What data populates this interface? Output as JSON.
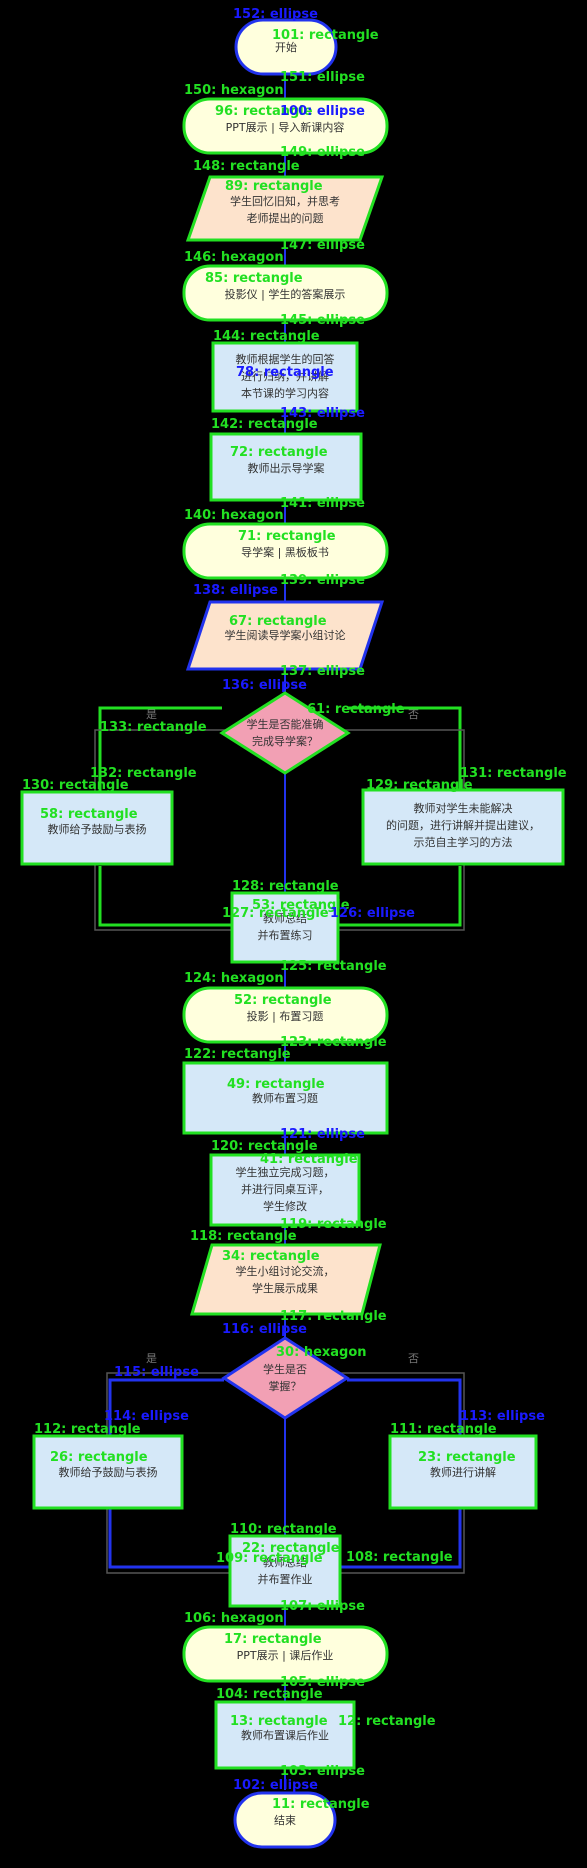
{
  "branches": {
    "yes": "是",
    "no": "否"
  },
  "nodes": {
    "start": {
      "id": "152: ellipse",
      "text": "开始",
      "text_id": "101: rectangle",
      "sub": "151: ellipse"
    },
    "n150": {
      "id": "150: hexagon",
      "text": "PPT展示 | 导入新课内容",
      "text_id": "96: rectangle",
      "sub": "100: ellipse"
    },
    "n148": {
      "id": "148: rectangle",
      "line1": "学生回忆旧知，并思考",
      "line2": "老师提出的问题",
      "text_id": "89: rectangle",
      "sub": "149: ellipse"
    },
    "n146": {
      "id": "146: hexagon",
      "text": "投影仪 | 学生的答案展示",
      "text_id": "85: rectangle",
      "sub": "147: ellipse"
    },
    "n144": {
      "id": "144: rectangle",
      "line1": "教师根据学生的回答",
      "line2": "进行归纳，并讲解",
      "line3": "本节课的学习内容",
      "text_id": "78: rectangle",
      "sub": "145: ellipse"
    },
    "n142": {
      "id": "142: rectangle",
      "text": "教师出示导学案",
      "text_id": "72: rectangle",
      "sub": "143: ellipse"
    },
    "n140": {
      "id": "140: hexagon",
      "text": "导学案 | 黑板板书",
      "text_id": "71: rectangle",
      "sub": "141: ellipse"
    },
    "n138": {
      "id": "138: ellipse",
      "text": "学生阅读导学案小组讨论",
      "text_id": "67: rectangle",
      "sub": "139: ellipse"
    },
    "d136": {
      "id": "136: ellipse",
      "line1": "学生是否能准确",
      "line2": "完成导学案？",
      "text_id": "61: rectangle",
      "sub": "137: ellipse"
    },
    "n130": {
      "id": "130: rectangle",
      "text": "教师给予鼓励与表扬",
      "text_id": "58: rectangle",
      "sub": "132: rectangle"
    },
    "n131": {
      "id": "131: rectangle",
      "line1": "教师对学生未能解决",
      "line2": "的问题，进行讲解并提出建议，",
      "line3": "示范自主学习的方法",
      "text_id": "129: rectangle",
      "sub": "127: rectangle"
    },
    "n128": {
      "id": "128: rectangle",
      "line1": "教师总结",
      "line2": "并布置练习",
      "text_id": "53: rectangle",
      "sub": "126: ellipse"
    },
    "n124": {
      "id": "124: hexagon",
      "text": "投影 | 布置习题",
      "text_id": "52: rectangle",
      "sub": "125: rectangle"
    },
    "n122": {
      "id": "122: rectangle",
      "text": "教师布置习题",
      "text_id": "49: rectangle",
      "sub": "123: rectangle"
    },
    "n120": {
      "id": "120: rectangle",
      "line1": "学生独立完成习题，",
      "line2": "并进行同桌互评，",
      "line3": "学生修改",
      "text_id": "41: rectangle",
      "sub": "121: ellipse"
    },
    "n118": {
      "id": "118: rectangle",
      "line1": "学生小组讨论交流，",
      "line2": "学生展示成果",
      "text_id": "34: rectangle",
      "sub": "119: rectangle"
    },
    "d116": {
      "id": "116: ellipse",
      "line1": "学生是否",
      "line2": "掌握？",
      "text_id": "30: hexagon",
      "sub": "117: rectangle"
    },
    "n112": {
      "id": "112: rectangle",
      "text": "教师给予鼓励与表扬",
      "text_id": "26: rectangle",
      "sub": "114: ellipse"
    },
    "n111": {
      "id": "111: rectangle",
      "text": "教师进行讲解",
      "text_id": "23: rectangle",
      "sub": "113: ellipse"
    },
    "n110": {
      "id": "110: rectangle",
      "line1": "教师总结",
      "line2": "并布置作业",
      "text_id": "22: rectangle",
      "sub": "108: rectangle"
    },
    "n106": {
      "id": "106: hexagon",
      "text": "PPT展示 | 课后作业",
      "text_id": "17: rectangle",
      "sub": "107: ellipse"
    },
    "n104": {
      "id": "104: rectangle",
      "text": "教师布置课后作业",
      "text_id": "13: rectangle",
      "sub": "105: ellipse"
    },
    "end": {
      "id": "102: ellipse",
      "text": "结束",
      "text_id": "11: rectangle",
      "sub": "103: ellipse"
    }
  },
  "extra_labels": {
    "a133": "133: rectangle",
    "a115": "115: ellipse",
    "a109": "109: rectangle",
    "a12": "12: rectangle"
  }
}
